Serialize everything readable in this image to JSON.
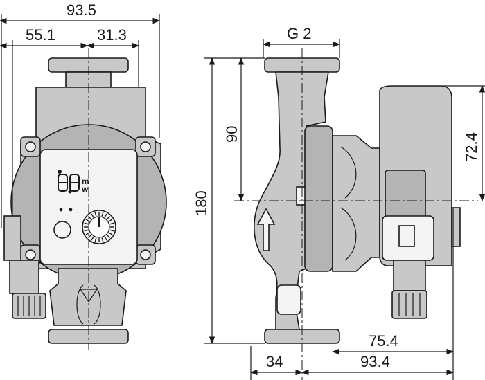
{
  "front_view": {
    "dims": {
      "overall_width": "93.5",
      "left_part": "55.1",
      "right_part": "31.3"
    },
    "display_unit_top": "m",
    "display_unit_bottom": "w"
  },
  "side_view": {
    "dims": {
      "thread": "G 2",
      "height_total": "180",
      "height_upper": "90",
      "motor_height": "72.4",
      "depth_front": "75.4",
      "depth_total": "93.4",
      "flange_offset": "34"
    }
  }
}
